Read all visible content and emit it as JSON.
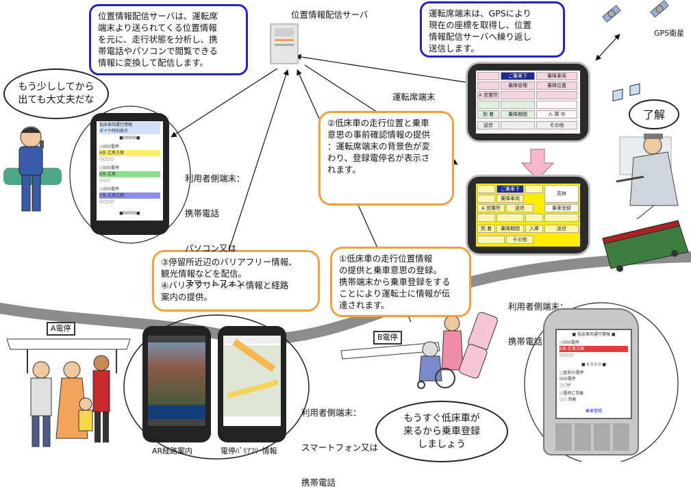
{
  "server": {
    "label": "位置情報配信サーバ",
    "description_lines": [
      "位置情報配信サーバは、運転席",
      "端末より送られてくる位置情報",
      "を元に、走行状態を分析し、携",
      "帯電話やパソコンで閲覧できる",
      "情報に変換して配信します。"
    ]
  },
  "gps": {
    "label": "GPS衛星",
    "description_lines": [
      "運転席端末は、GPSにより",
      "現在の座標を取得し、位置",
      "情報配信サーバへ繰り返し",
      "送信します。"
    ]
  },
  "driver_terminal": {
    "label": "運転席端末",
    "before_buttons": [
      "",
      "ご乗車下",
      "乗降車両",
      "",
      "乗降管理",
      "乗降位置",
      "A 営業所",
      "",
      "",
      "",
      "",
      "",
      "到 着",
      "乗降期間",
      "入 庫 中",
      "送信",
      "",
      "その他"
    ],
    "after_buttons": [
      "",
      "ご乗車下",
      "",
      "",
      "乗降車両",
      "高林",
      "A 営業所",
      "送信",
      "",
      "",
      "",
      "",
      "到 着",
      "乗降期間",
      "入庫",
      "送信",
      "",
      "その他"
    ],
    "after_info_line": "乗車登録"
  },
  "callouts": {
    "step2_lines": [
      "②低床車の走行位置と乗車",
      "意思の事前確認情報の提供",
      "：運転席端末の背景色が変",
      "わり、登録電停名が表示さ",
      "れます。"
    ],
    "step34_lines": [
      "③停留所近辺のバリアフリー情報、",
      "観光情報などを配信。",
      "④バリアフリールート情報と経路",
      "案内の提供。"
    ],
    "step1_lines": [
      "①低床車の走行位置情報",
      "の提供と乗車意思の登録。",
      "携帯端末から乗車登録をする",
      "ことにより運転士に情報が伝",
      "達されます。"
    ]
  },
  "user_terminal_top": {
    "label_lines": [
      "利用者側端末：",
      "携帯電話",
      "パソコン又は",
      "スマートフォン"
    ],
    "screen_rows": [
      "低床車両運行情報",
      "ダイヤ時刻表示",
      "■00000■",
      "○000電停",
      "A系 広島方面",
      "○○○○",
      "○000電停",
      "B系 広島",
      "○○○",
      "○000電停",
      "C系 広島方面",
      "○○○○",
      "■00000■"
    ]
  },
  "user_terminal_right": {
    "label_lines": [
      "利用者側端末：",
      "携帯電話"
    ],
    "screen_rows": [
      "■ 低床車両運行情報 ■",
      "○000電停",
      "A系 広島方面",
      "○○○○",
      "■ 0 0 0 0 ■",
      "○直前の電停",
      "000電停",
      "○○分",
      "○電停に到着",
      "○○ 到着",
      "乗車登録"
    ]
  },
  "user_terminal_bottom": {
    "label_lines": [
      "利用者側端末：",
      "スマートフォン又は",
      "携帯電話"
    ],
    "left_caption": "AR経路案内",
    "right_caption": "電停ﾊﾞﾘｱﾌﾘｰ情報"
  },
  "stops": {
    "a": "A電停",
    "b": "B電停"
  },
  "speech": {
    "man_lines": [
      "もう少ししてから",
      "出ても大丈夫だな"
    ],
    "driver": "了解",
    "wheelchair_lines": [
      "もうすぐ低床車が",
      "来るから乗車登録",
      "しましょう"
    ]
  },
  "colors": {
    "blue_border": "#2323b8",
    "orange_border": "#f0a040",
    "road": "#8c8c8c",
    "tablet_after_bg": "#ffec00"
  }
}
